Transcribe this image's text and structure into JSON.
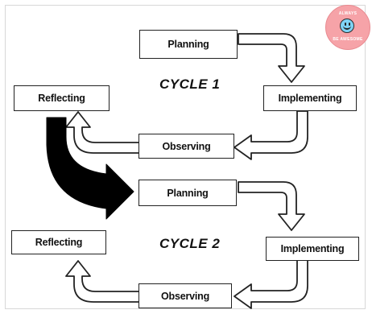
{
  "cycle1": {
    "title": "CYCLE 1",
    "planning": "Planning",
    "implementing": "Implementing",
    "observing": "Observing",
    "reflecting": "Reflecting"
  },
  "cycle2": {
    "title": "CYCLE 2",
    "planning": "Planning",
    "implementing": "Implementing",
    "observing": "Observing",
    "reflecting": "Reflecting"
  },
  "badge": {
    "top_text": "ALWAYS",
    "bottom_text": "BE AWESOME"
  }
}
